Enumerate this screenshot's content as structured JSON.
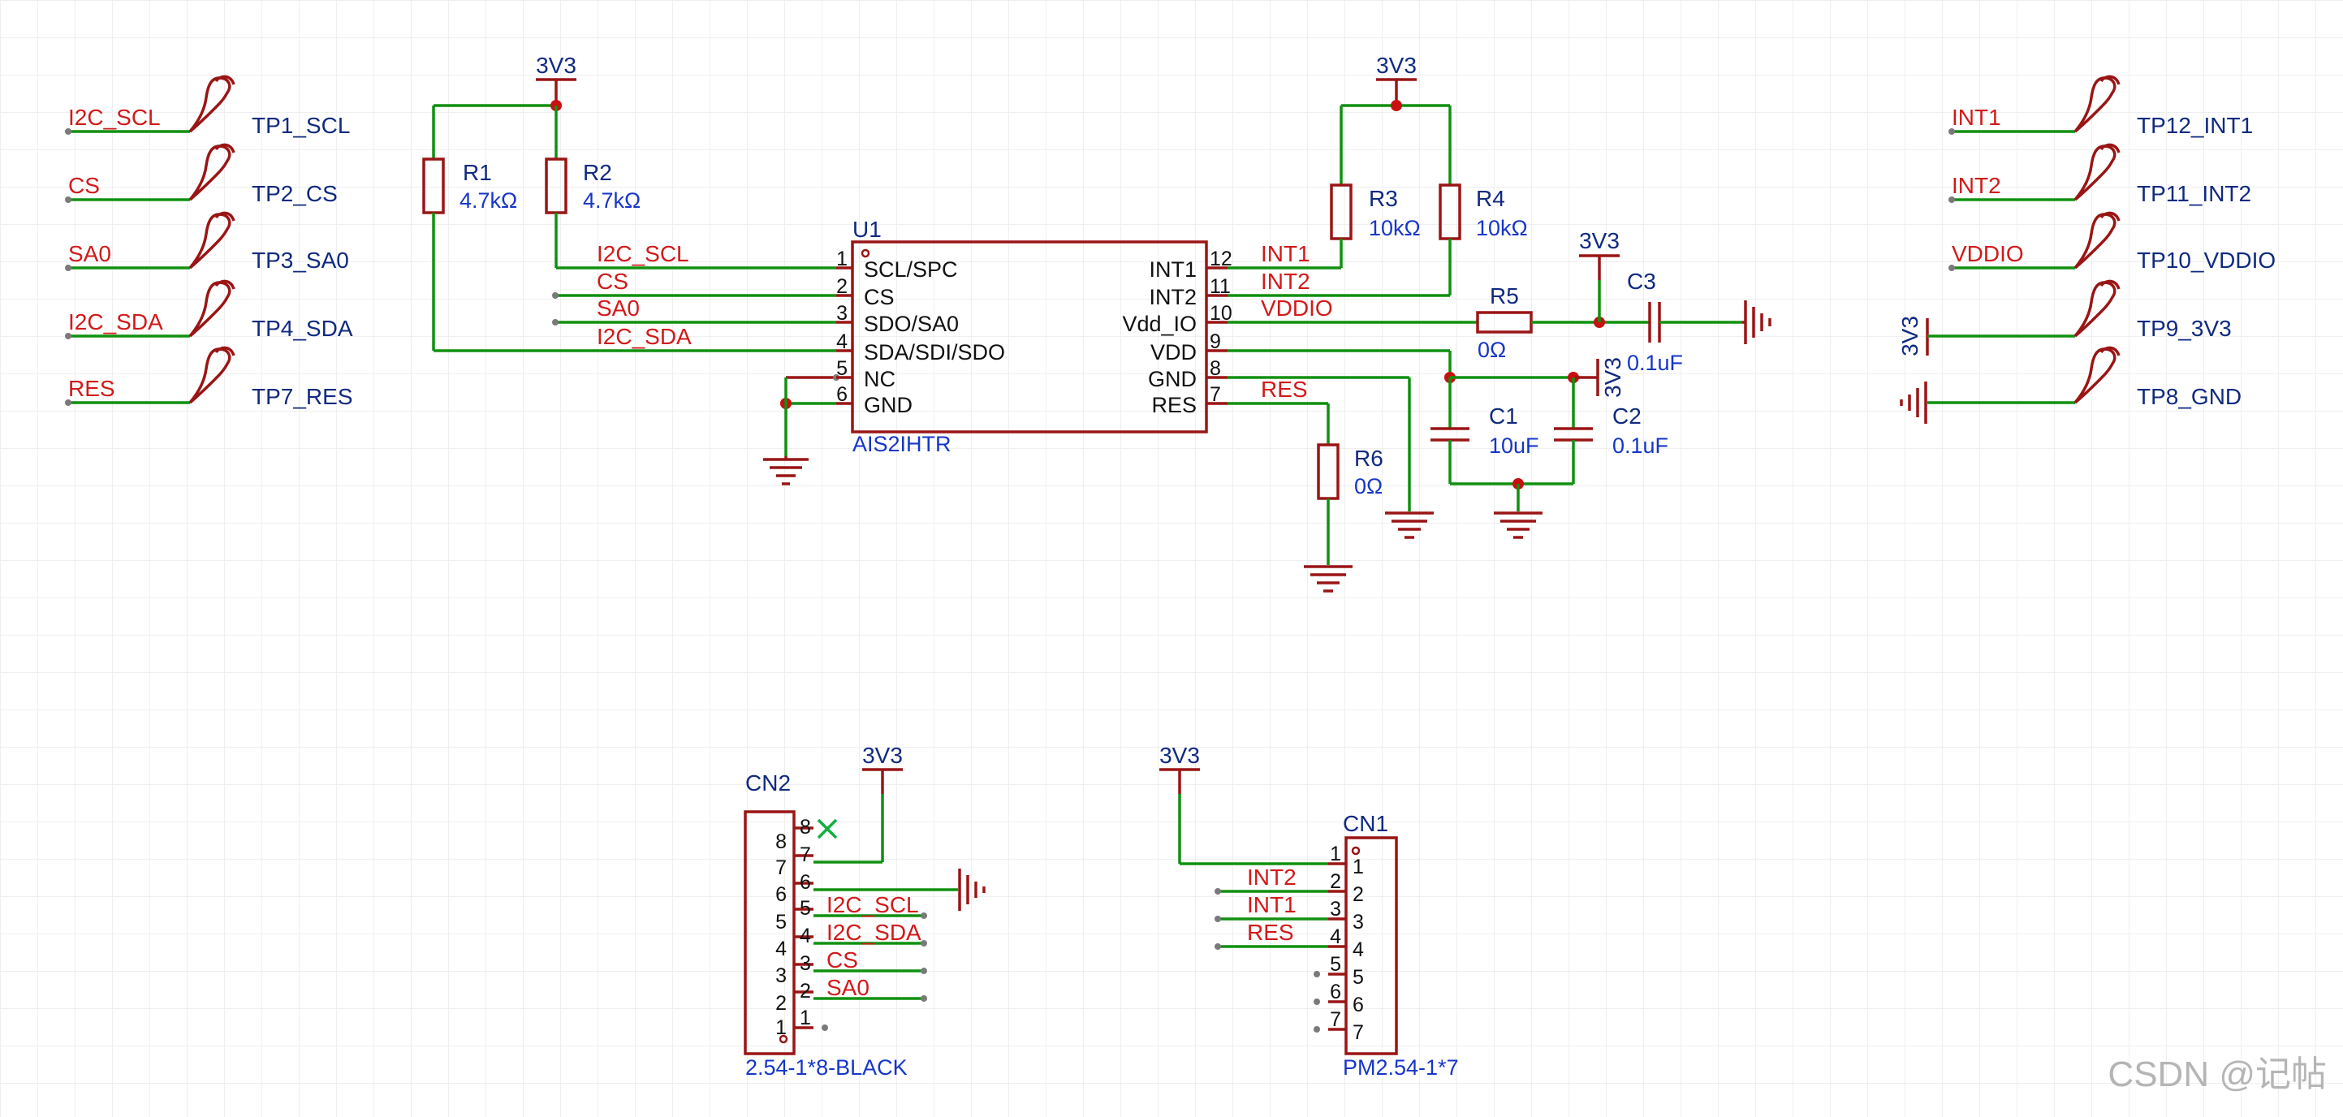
{
  "labels": {
    "i2c_scl": "I2C_SCL",
    "cs": "CS",
    "sa0": "SA0",
    "i2c_sda": "I2C_SDA",
    "res": "RES",
    "int1": "INT1",
    "int2": "INT2",
    "vddio": "VDDIO"
  },
  "power": {
    "v3v3": "3V3"
  },
  "testpoints": {
    "tp1": "TP1_SCL",
    "tp2": "TP2_CS",
    "tp3": "TP3_SA0",
    "tp4": "TP4_SDA",
    "tp7": "TP7_RES",
    "tp12": "TP12_INT1",
    "tp11": "TP11_INT2",
    "tp10": "TP10_VDDIO",
    "tp9": "TP9_3V3",
    "tp8": "TP8_GND"
  },
  "resistors": {
    "r1": {
      "ref": "R1",
      "value": "4.7kΩ"
    },
    "r2": {
      "ref": "R2",
      "value": "4.7kΩ"
    },
    "r3": {
      "ref": "R3",
      "value": "10kΩ"
    },
    "r4": {
      "ref": "R4",
      "value": "10kΩ"
    },
    "r5": {
      "ref": "R5",
      "value": "0Ω"
    },
    "r6": {
      "ref": "R6",
      "value": "0Ω"
    }
  },
  "capacitors": {
    "c1": {
      "ref": "C1",
      "value": "10uF"
    },
    "c2": {
      "ref": "C2",
      "value": "0.1uF"
    },
    "c3": {
      "ref": "C3",
      "value": "0.1uF"
    }
  },
  "u1": {
    "ref": "U1",
    "part": "AIS2IHTR",
    "left_pins": [
      {
        "num": "1",
        "name": "SCL/SPC"
      },
      {
        "num": "2",
        "name": "CS"
      },
      {
        "num": "3",
        "name": "SDO/SA0"
      },
      {
        "num": "4",
        "name": "SDA/SDI/SDO"
      },
      {
        "num": "5",
        "name": "NC"
      },
      {
        "num": "6",
        "name": "GND"
      }
    ],
    "right_pins": [
      {
        "num": "12",
        "name": "INT1"
      },
      {
        "num": "11",
        "name": "INT2"
      },
      {
        "num": "10",
        "name": "Vdd_IO"
      },
      {
        "num": "9",
        "name": "VDD"
      },
      {
        "num": "8",
        "name": "GND"
      },
      {
        "num": "7",
        "name": "RES"
      }
    ]
  },
  "cn2": {
    "ref": "CN2",
    "part": "2.54-1*8-BLACK",
    "pins": [
      "8",
      "7",
      "6",
      "5",
      "4",
      "3",
      "2",
      "1"
    ],
    "nets": {
      "p5": "I2C_SCL",
      "p4": "I2C_SDA",
      "p3": "CS",
      "p2": "SA0"
    }
  },
  "cn1": {
    "ref": "CN1",
    "part": "PM2.54-1*7",
    "pins": [
      "1",
      "2",
      "3",
      "4",
      "5",
      "6",
      "7"
    ],
    "nets": {
      "p2": "INT2",
      "p3": "INT1",
      "p4": "RES"
    }
  },
  "watermark": "CSDN @记帖",
  "colors": {
    "wire": "#109010",
    "part": "#9a1515",
    "label": "#d11a1a",
    "designator": "#102a80",
    "value": "#1636c8"
  }
}
